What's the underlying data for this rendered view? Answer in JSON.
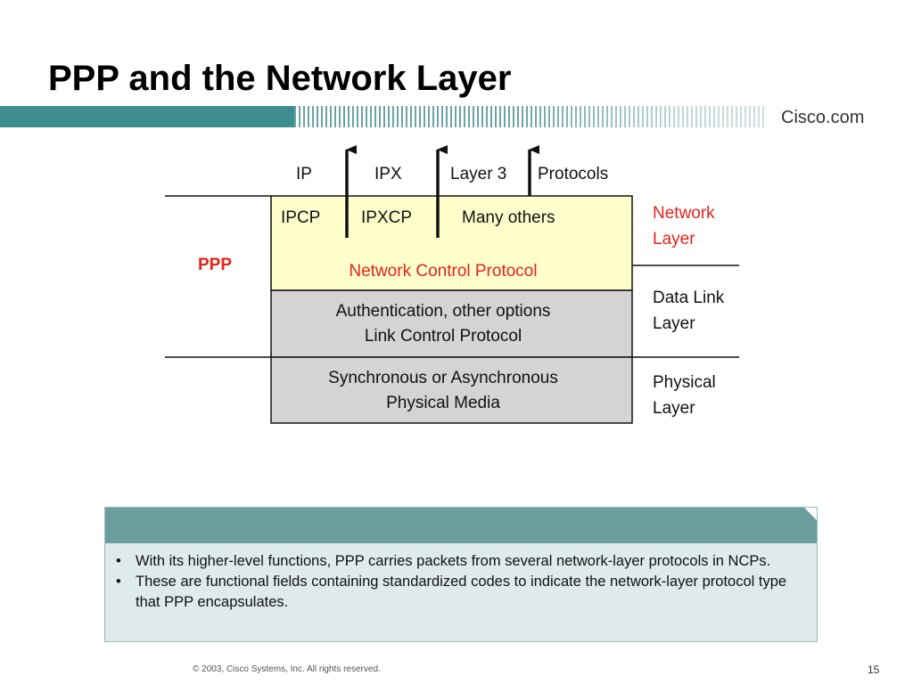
{
  "slide": {
    "title": "PPP and the Network Layer",
    "brand": "Cisco.com",
    "page_number": "15",
    "copyright": "© 2003, Cisco Systems, Inc. All rights reserved."
  },
  "diagram": {
    "top_labels": [
      "IP",
      "IPX",
      "Layer 3",
      "Protocols"
    ],
    "ppp_label": "PPP",
    "ncp": {
      "protocols": [
        "IPCP",
        "IPXCP",
        "Many others"
      ],
      "name": "Network Control Protocol",
      "fill": "#ffffcc"
    },
    "lcp": {
      "line1": "Authentication, other options",
      "line2": "Link Control Protocol",
      "fill": "#d4d4d4"
    },
    "physical": {
      "line1": "Synchronous or Asynchronous",
      "line2": "Physical Media",
      "fill": "#d4d4d4"
    },
    "layers": [
      {
        "line1": "Network",
        "line2": "Layer",
        "color": "#e3241b"
      },
      {
        "line1": "Data Link",
        "line2": "Layer",
        "color": "#111111"
      },
      {
        "line1": "Physical",
        "line2": "Layer",
        "color": "#111111"
      }
    ]
  },
  "notes": {
    "bullet_glyph": "•",
    "items": [
      "With its higher-level functions, PPP carries packets from several network-layer protocols in NCPs.",
      "These are functional fields containing standardized codes to indicate the network-layer protocol type that PPP encapsulates."
    ]
  },
  "colors": {
    "accent_teal": "#3e8e90",
    "note_header": "#6a9d9b",
    "note_body": "#dfeaea",
    "red": "#e3241b"
  }
}
